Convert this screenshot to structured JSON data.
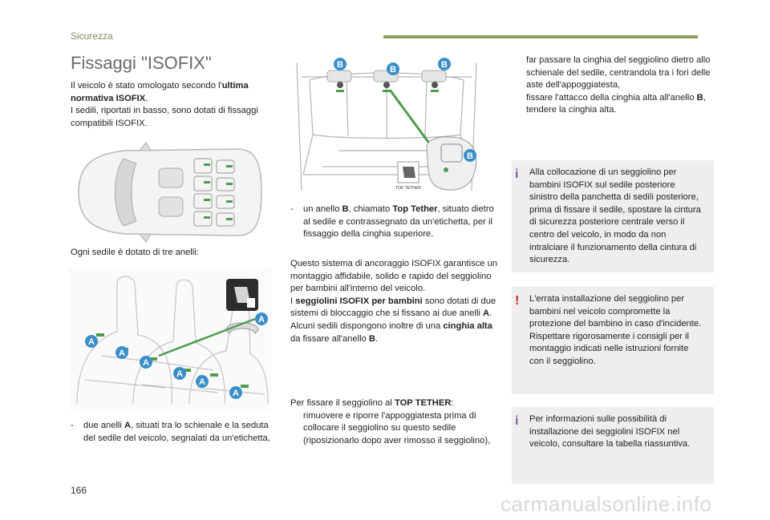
{
  "header": {
    "section": "Sicurezza"
  },
  "title": "Fissaggi \"ISOFIX\"",
  "col1": {
    "intro_pre": "Il veicolo è stato omologato secondo l'",
    "intro_bold": "ultima normativa ISOFIX",
    "intro_post": ".",
    "intro2": "I sedili, riportati in basso, sono dotati di fissaggi compatibili ISOFIX.",
    "rings_caption": "Ogni sedile è dotato di tre anelli:",
    "bullet_a_mark": "-",
    "bullet_a_pre": "due anelli ",
    "bullet_a_bold": "A",
    "bullet_a_post": ", situati tra lo schienale e la seduta del sedile del veicolo, segnalati da un'etichetta,"
  },
  "col2": {
    "bullet_b_mark": "-",
    "bullet_b_pre": "un anello ",
    "bullet_b_bold": "B",
    "bullet_b_mid": ", chiamato ",
    "bullet_b_bold2": "Top Tether",
    "bullet_b_post": ", situato dietro al sedile e contrassegnato da un'etichetta, per il fissaggio della cinghia superiore.",
    "para1": "Questo sistema di ancoraggio ISOFIX garantisce un montaggio affidabile, solido e rapido del seggiolino per bambini all'interno del veicolo.",
    "para2_pre": "I ",
    "para2_bold": "seggiolini ISOFIX per bambini",
    "para2_mid": " sono dotati di due sistemi di bloccaggio che si fissano ai due anelli ",
    "para2_bold2": "A",
    "para2_post": ".",
    "para3_pre": "Alcuni sedili dispongono inoltre di una ",
    "para3_bold": "cinghia alta",
    "para3_mid": " da fissare all'anello ",
    "para3_bold2": "B",
    "para3_post": ".",
    "tether_intro_pre": "Per fissare il seggiolino al ",
    "tether_intro_bold": "TOP TETHER",
    "tether_intro_post": ":",
    "step1_mark": "",
    "step1": "rimuovere e riporre l'appoggiatesta prima di collocare il seggiolino su questo sedile (riposizionarlo dopo aver rimosso il seggiolino),"
  },
  "col3": {
    "step2_mark": "",
    "step2": "far passare la cinghia del seggiolino dietro allo schienale del sedile, centrandola tra i fori delle aste dell'appoggiatesta,",
    "step3_mark": "",
    "step3_pre": "fissare l'attacco della cinghia alta all'anello ",
    "step3_bold": "B",
    "step3_post": ",",
    "step4_mark": "",
    "step4": "tendere la cinghia alta.",
    "info1": "Alla collocazione di un seggiolino per bambini ISOFIX sul sedile posteriore sinistro della panchetta di sedili posteriore, prima di fissare il sedile, spostare la cintura di sicurezza posteriore centrale verso il centro del veicolo, in modo da non intralciare il funzionamento della cintura di sicurezza.",
    "warn1": "L'errata installazione del seggiolino per bambini nel veicolo compromette la protezione del bambino in caso d'incidente.",
    "warn2": "Rispettare rigorosamente i consigli per il montaggio indicati nelle istruzioni fornite con il seggiolino.",
    "info2": "Per informazioni sulle possibilità di installazione dei seggiolini ISOFIX nel veicolo, consultare la tabella riassuntiva.",
    "info_icon": "i",
    "warn_icon": "!"
  },
  "labels": {
    "a": "A",
    "b": "B",
    "top_tether": "TOP TETHER"
  },
  "footer": {
    "page": "166",
    "watermark": "carmanualsonline.info"
  },
  "colors": {
    "green_rule": "#8fa05a",
    "tag_blue": "#3a8fc9",
    "info_purple": "#8b5ca8",
    "warn_red": "#d22630",
    "box_bg": "#eeeeee"
  }
}
